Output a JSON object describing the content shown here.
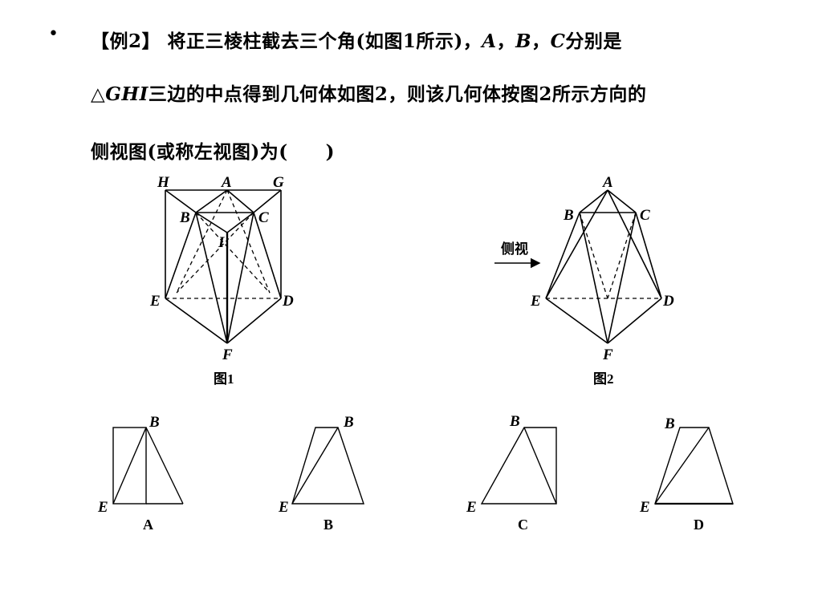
{
  "question": {
    "bullet": "•",
    "line1_a": "【例2】 将正三棱柱截去三个角(如图1所示)，",
    "line1_A": "A",
    "sep1": "，",
    "line1_B": "B",
    "sep2": "，",
    "line1_C": "C",
    "line1_end": "分别是",
    "line2_tri": "△",
    "line2_GHI": "GHI",
    "line2_rest": "三边的中点得到几何体如图2，则该几何体按图2所示方向的",
    "line3": "侧视图(或称左视图)为(　　)"
  },
  "figure1": {
    "caption": "图1",
    "labels": {
      "H": "H",
      "A": "A",
      "G": "G",
      "B": "B",
      "C": "C",
      "I": "I",
      "E": "E",
      "D": "D",
      "F": "F"
    }
  },
  "figure2": {
    "caption": "图2",
    "view_label": "侧视",
    "labels": {
      "A": "A",
      "B": "B",
      "C": "C",
      "E": "E",
      "D": "D",
      "F": "F"
    }
  },
  "options": [
    {
      "letter": "A",
      "label_B": "B",
      "label_E": "E"
    },
    {
      "letter": "B",
      "label_B": "B",
      "label_E": "E"
    },
    {
      "letter": "C",
      "label_B": "B",
      "label_E": "E"
    },
    {
      "letter": "D",
      "label_B": "B",
      "label_E": "E"
    }
  ]
}
